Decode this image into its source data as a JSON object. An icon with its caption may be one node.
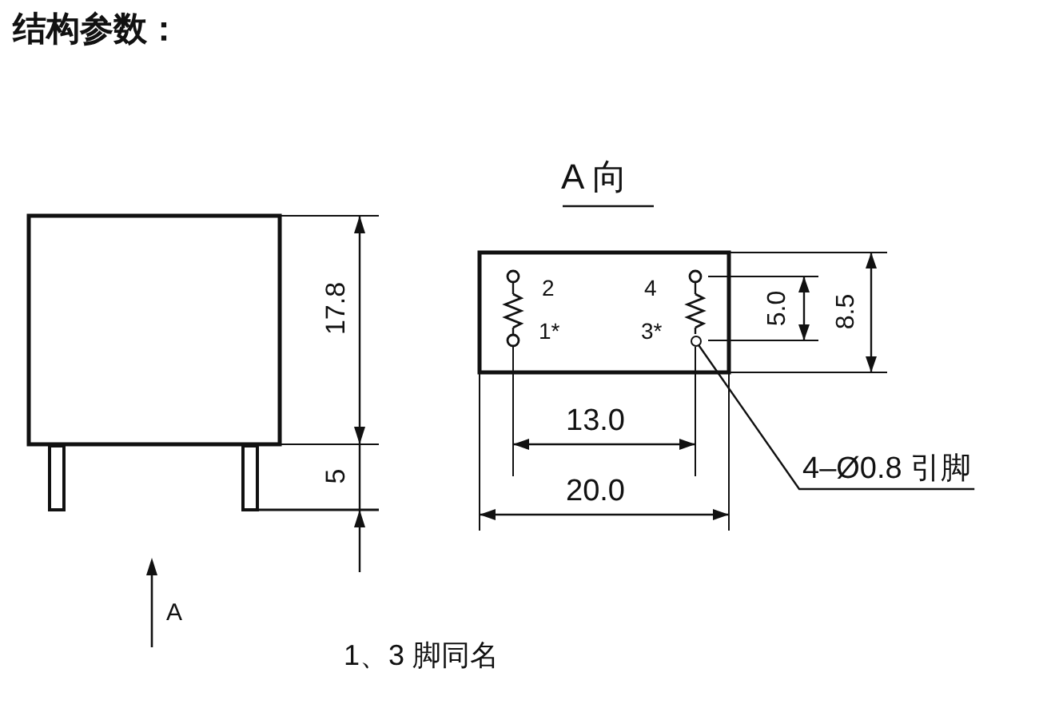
{
  "diagram": {
    "title": "结构参数：",
    "nodes": [
      {
        "text": [
          "4–Ø0.8 引脚"
        ]
      },
      {
        "text": [],
        "shape": "circle"
      }
    ],
    "edges": [
      {
        "from": 0,
        "to": 1,
        "arrow": "none"
      }
    ],
    "labels": [
      "A 向",
      "2",
      "4",
      "1*",
      "3*",
      "5.0",
      "8.5",
      "17.8",
      "13.0",
      "5",
      "20.0",
      "A",
      "1、3 脚同名"
    ]
  }
}
